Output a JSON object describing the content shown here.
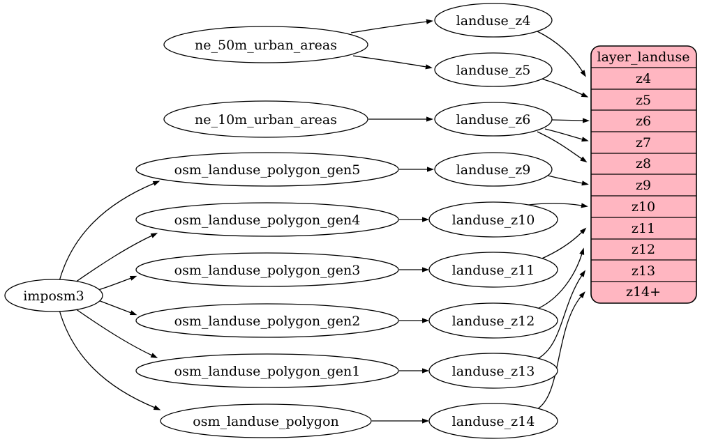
{
  "diagram": {
    "type": "graphviz-dependency-graph",
    "colors": {
      "background": "#ffffff",
      "node_fill": "#ffffff",
      "stroke": "#000000",
      "table_fill": "#ffb6c1"
    },
    "nodes": {
      "imposm3": "imposm3",
      "ne_50m_urban_areas": "ne_50m_urban_areas",
      "ne_10m_urban_areas": "ne_10m_urban_areas",
      "osm_landuse_polygon_gen5": "osm_landuse_polygon_gen5",
      "osm_landuse_polygon_gen4": "osm_landuse_polygon_gen4",
      "osm_landuse_polygon_gen3": "osm_landuse_polygon_gen3",
      "osm_landuse_polygon_gen2": "osm_landuse_polygon_gen2",
      "osm_landuse_polygon_gen1": "osm_landuse_polygon_gen1",
      "osm_landuse_polygon": "osm_landuse_polygon",
      "landuse_z4": "landuse_z4",
      "landuse_z5": "landuse_z5",
      "landuse_z6": "landuse_z6",
      "landuse_z9": "landuse_z9",
      "landuse_z10": "landuse_z10",
      "landuse_z11": "landuse_z11",
      "landuse_z12": "landuse_z12",
      "landuse_z13": "landuse_z13",
      "landuse_z14": "landuse_z14"
    },
    "table": {
      "title": "layer_landuse",
      "rows": [
        "z4",
        "z5",
        "z6",
        "z7",
        "z8",
        "z9",
        "z10",
        "z11",
        "z12",
        "z13",
        "z14+"
      ]
    },
    "edges": [
      {
        "from": "ne_50m_urban_areas",
        "to": "landuse_z4"
      },
      {
        "from": "ne_50m_urban_areas",
        "to": "landuse_z5"
      },
      {
        "from": "ne_10m_urban_areas",
        "to": "landuse_z6"
      },
      {
        "from": "imposm3",
        "to": "osm_landuse_polygon_gen5"
      },
      {
        "from": "imposm3",
        "to": "osm_landuse_polygon_gen4"
      },
      {
        "from": "imposm3",
        "to": "osm_landuse_polygon_gen3"
      },
      {
        "from": "imposm3",
        "to": "osm_landuse_polygon_gen2"
      },
      {
        "from": "imposm3",
        "to": "osm_landuse_polygon_gen1"
      },
      {
        "from": "imposm3",
        "to": "osm_landuse_polygon"
      },
      {
        "from": "osm_landuse_polygon_gen5",
        "to": "landuse_z9"
      },
      {
        "from": "osm_landuse_polygon_gen4",
        "to": "landuse_z10"
      },
      {
        "from": "osm_landuse_polygon_gen3",
        "to": "landuse_z11"
      },
      {
        "from": "osm_landuse_polygon_gen2",
        "to": "landuse_z12"
      },
      {
        "from": "osm_landuse_polygon_gen1",
        "to": "landuse_z13"
      },
      {
        "from": "osm_landuse_polygon",
        "to": "landuse_z14"
      },
      {
        "from": "landuse_z4",
        "to": "layer_landuse:z4"
      },
      {
        "from": "landuse_z5",
        "to": "layer_landuse:z5"
      },
      {
        "from": "landuse_z6",
        "to": "layer_landuse:z6"
      },
      {
        "from": "landuse_z6",
        "to": "layer_landuse:z7"
      },
      {
        "from": "landuse_z6",
        "to": "layer_landuse:z8"
      },
      {
        "from": "landuse_z9",
        "to": "layer_landuse:z9"
      },
      {
        "from": "landuse_z10",
        "to": "layer_landuse:z10"
      },
      {
        "from": "landuse_z11",
        "to": "layer_landuse:z11"
      },
      {
        "from": "landuse_z12",
        "to": "layer_landuse:z12"
      },
      {
        "from": "landuse_z13",
        "to": "layer_landuse:z13"
      },
      {
        "from": "landuse_z14",
        "to": "layer_landuse:z14+"
      }
    ]
  }
}
